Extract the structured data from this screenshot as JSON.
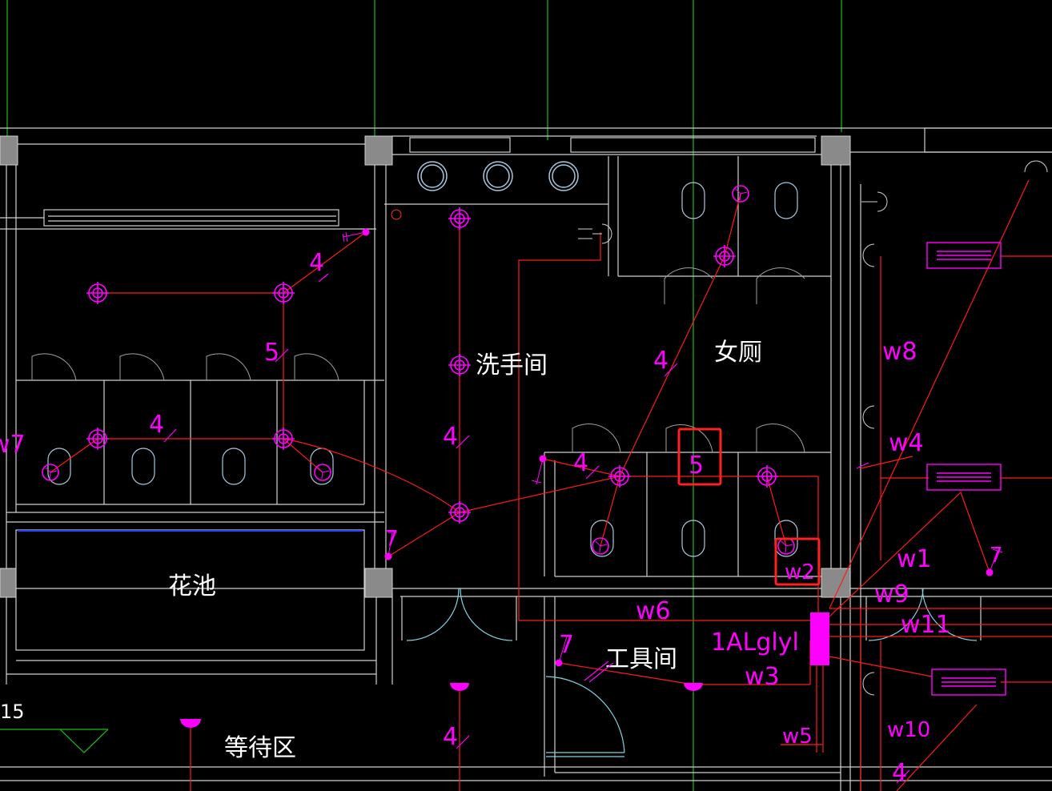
{
  "rooms": {
    "women_toilet": "女厕",
    "washroom": "洗手间",
    "flower_bed": "花池",
    "tool_room": "工具间",
    "waiting_area": "等待区"
  },
  "panel": {
    "label": "1ALglyl"
  },
  "circuits": {
    "w1": "w1",
    "w2": "w2",
    "w3": "w3",
    "w4": "w4",
    "w5": "w5",
    "w6": "w6",
    "w8": "w8",
    "w9": "w9",
    "w10": "w10",
    "w11": "w11",
    "w7_partial": "w7"
  },
  "wire_counts": {
    "c4_top_left": "4",
    "c5_left": "5",
    "c4_left_row": "4",
    "c7_flower": "7",
    "c4_washroom": "4",
    "c4_women": "4",
    "c4_women_row": "4",
    "c5_highlighted": "5",
    "c7_tool": "7",
    "c4_bottom": "4",
    "c4_bottom_right": "4",
    "c7_right": "7",
    "edge_15": "15"
  },
  "colors": {
    "background": "#000000",
    "walls": "#d0d0d0",
    "wiring": "#ff1a1a",
    "fixtures": "#ff00ff",
    "axis_lines": "#19c019",
    "doors": "#7fd4e0",
    "highlight": "#ff2020"
  },
  "icons": [
    "ceiling-light-icon",
    "exhaust-fan-icon",
    "switch-icon",
    "socket-icon",
    "fluorescent-lamp-icon",
    "wall-lamp-icon",
    "distribution-panel-icon",
    "toilet-icon",
    "washbasin-icon"
  ]
}
